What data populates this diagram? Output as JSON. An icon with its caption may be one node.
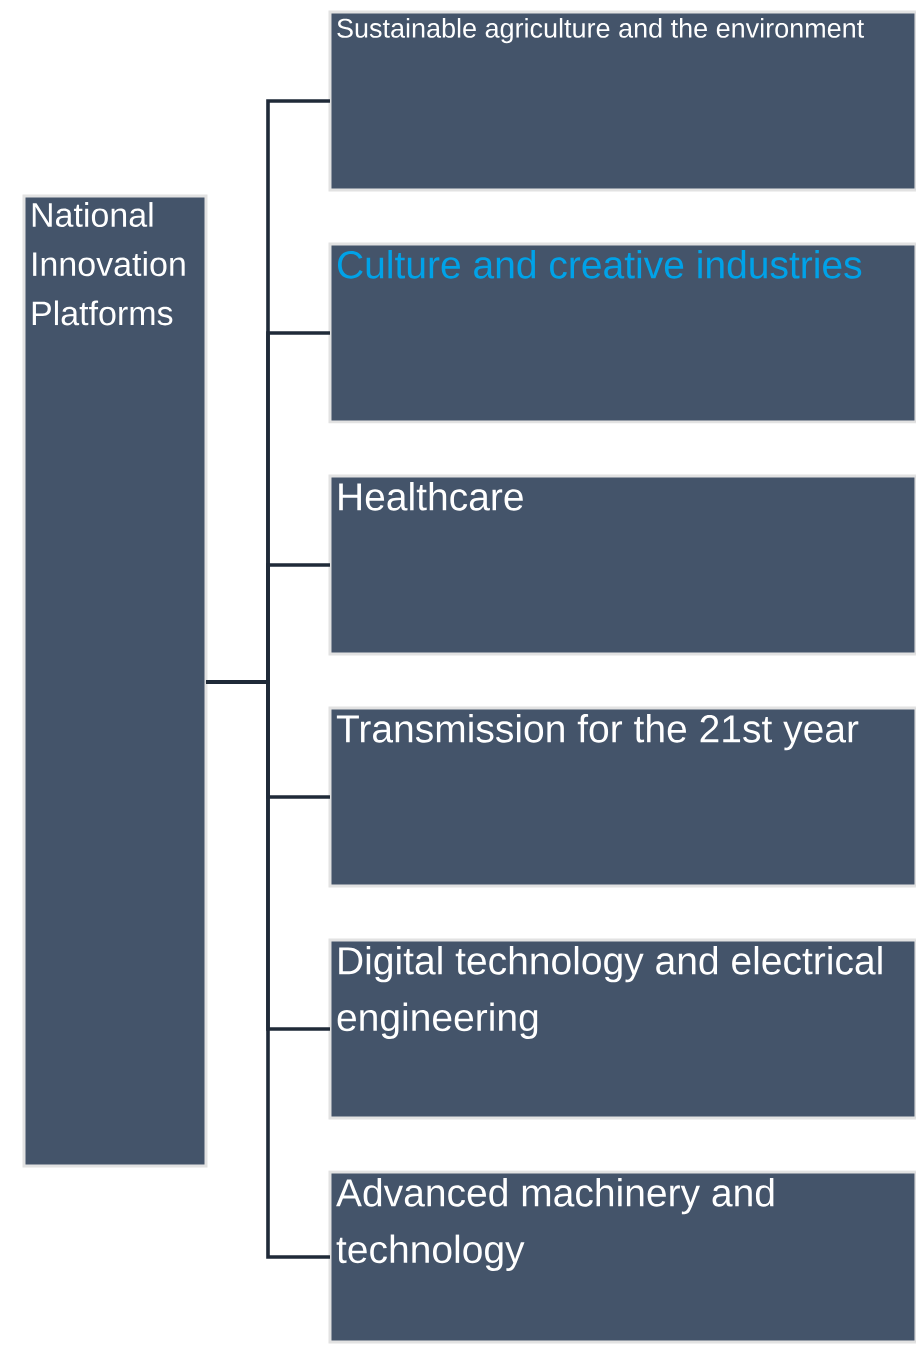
{
  "diagram": {
    "nodes": [
      {
        "text": [
          "National Innovation Platforms"
        ]
      },
      {
        "text": [
          "Sustainable agriculture and the environment"
        ]
      },
      {
        "text": [
          "Culture and creative industries"
        ]
      },
      {
        "text": [
          "Healthcare"
        ]
      },
      {
        "text": [
          "Transmission for the 21st year"
        ]
      },
      {
        "text": [
          "Digital technology and electrical engineering"
        ]
      },
      {
        "text": [
          "Advanced machinery and technology"
        ]
      }
    ],
    "edges": [
      {
        "from": 0,
        "to": 1,
        "arrow": "none"
      },
      {
        "from": 0,
        "to": 2,
        "arrow": "none"
      },
      {
        "from": 0,
        "to": 3,
        "arrow": "none"
      },
      {
        "from": 0,
        "to": 4,
        "arrow": "none"
      },
      {
        "from": 0,
        "to": 5,
        "arrow": "none"
      },
      {
        "from": 0,
        "to": 6,
        "arrow": "none"
      }
    ]
  }
}
